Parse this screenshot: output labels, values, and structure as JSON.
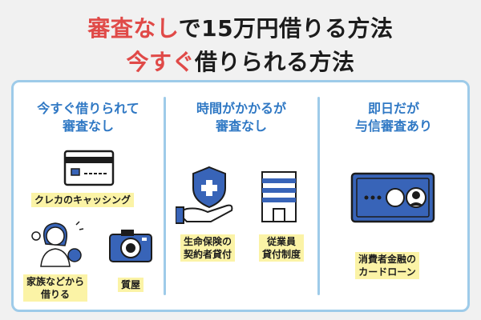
{
  "title": {
    "line1_red": "審査なし",
    "line1_rest": "で15万円借りる方法",
    "line2_red": "今すぐ",
    "line2_rest": "借りられる方法"
  },
  "columns": [
    {
      "heading": [
        "今すぐ借りられて",
        "審査なし"
      ],
      "items": [
        {
          "label": [
            "クレカのキャッシング"
          ],
          "icon": "credit-card-icon"
        },
        {
          "label": [
            "家族などから",
            "借りる"
          ],
          "icon": "woman-with-coin-icon"
        },
        {
          "label": [
            "質屋"
          ],
          "icon": "camera-icon"
        }
      ]
    },
    {
      "heading": [
        "時間がかかるが",
        "審査なし"
      ],
      "items": [
        {
          "label": [
            "生命保険の",
            "契約者貸付"
          ],
          "icon": "insurance-shield-hand-icon"
        },
        {
          "label": [
            "従業員",
            "貸付制度"
          ],
          "icon": "office-building-icon"
        }
      ]
    },
    {
      "heading": [
        "即日だが",
        "与信審査あり"
      ],
      "items": [
        {
          "label": [
            "消費者金融の",
            "カードローン"
          ],
          "icon": "loan-card-icon"
        }
      ]
    }
  ],
  "colors": {
    "accent_red": "#e04a48",
    "heading_blue": "#2f78c4",
    "border_blue": "#9ecbe9",
    "highlight_yellow": "#fbf3a6",
    "icon_blue": "#3864b8"
  }
}
